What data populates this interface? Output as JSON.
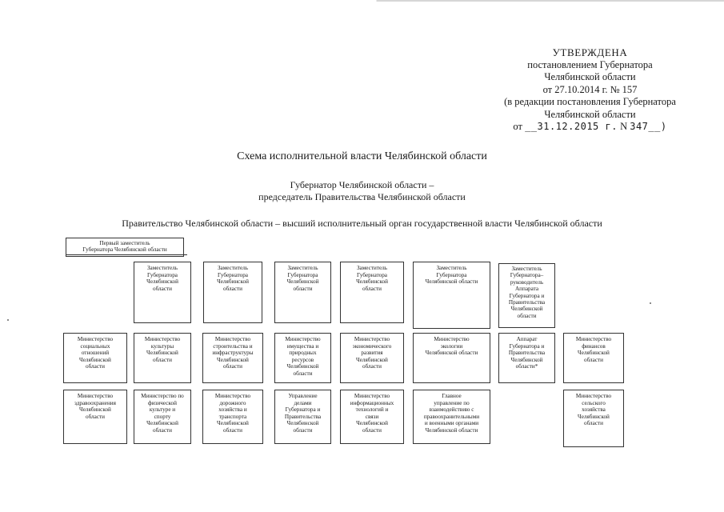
{
  "approval": {
    "heading": "УТВЕРЖДЕНА",
    "line1": "постановлением Губернатора",
    "line2": "Челябинской области",
    "line3": "от 27.10.2014 г. № 157",
    "line4": "(в редакции постановления Губернатора",
    "line5": "Челябинской области",
    "line6_prefix": "от",
    "line6_date": "__31.12.2015 г.",
    "line6_num_prefix": "N",
    "line6_num": "347__)"
  },
  "title": "Схема исполнительной власти Челябинской области",
  "governor": {
    "line1": "Губернатор Челябинской области –",
    "line2": "председатель Правительства Челябинской области"
  },
  "government": "Правительство Челябинской области – высший исполнительный орган государственной власти Челябинской области",
  "first_deputy": "Первый заместитель\nГубернатора Челябинской области",
  "deputies": [
    "Заместитель\nГубернатора\nЧелябинской\nобласти",
    "Заместитель\nГубернатора\nЧелябинской\nобласти",
    "Заместитель\nГубернатора\nЧелябинской\nобласти",
    "Заместитель\nГубернатора\nЧелябинской\nобласти",
    "Заместитель\nГубернатора\nЧелябинской области",
    "Заместитель\nГубернатора–\nруководитель\nАппарата\nГубернатора и\nПравительства\nЧелябинской\nобласти"
  ],
  "row1": [
    "Министерство\nсоциальных\nотношений\nЧелябинской\nобласти",
    "Министерство\nкультуры\nЧелябинской\nобласти",
    "Министерство\nстроительства и\nинфраструктуры\nЧелябинской\nобласти",
    "Министерство\nимущества и\nприродных\nресурсов\nЧелябинской\nобласти",
    "Министерство\nэкономического\nразвития\nЧелябинской\nобласти",
    "Министерство\nэкологии\nЧелябинской области",
    "Аппарат\nГубернатора и\nПравительства\nЧелябинской\nобласти*",
    "Министерство\nфинансов\nЧелябинской\nобласти"
  ],
  "row2": [
    "Министерство\nздравоохранения\nЧелябинской\nобласти",
    "Министерство по\nфизической\nкультуре и\nспорту\nЧелябинской\nобласти",
    "Министерство\nдорожного\nхозяйства и\nтранспорта\nЧелябинской\nобласти",
    "Управление\nделами\nГубернатора и\nПравительства\nЧелябинской\nобласти",
    "Министерство\nинформационных\nтехнологий и\nсвязи\nЧелябинской\nобласти",
    "Главное\nуправление по\nвзаимодействию с\nправоохранительными\nи военными органами\nЧелябинской области",
    "Министерство\nсельского\nхозяйства\nЧелябинской\nобласти"
  ]
}
